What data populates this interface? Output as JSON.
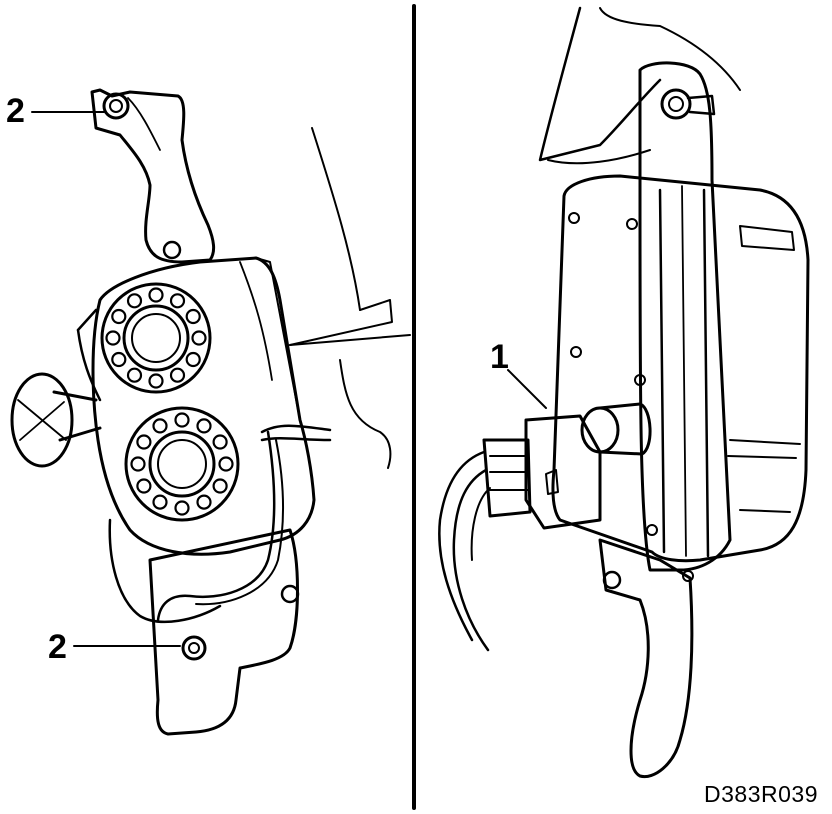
{
  "figure": {
    "callouts": {
      "left_top": "2",
      "left_bottom": "2",
      "right": "1"
    },
    "drawing_code": "D383R039"
  },
  "colors": {
    "ink": "#000000",
    "background": "#ffffff"
  }
}
